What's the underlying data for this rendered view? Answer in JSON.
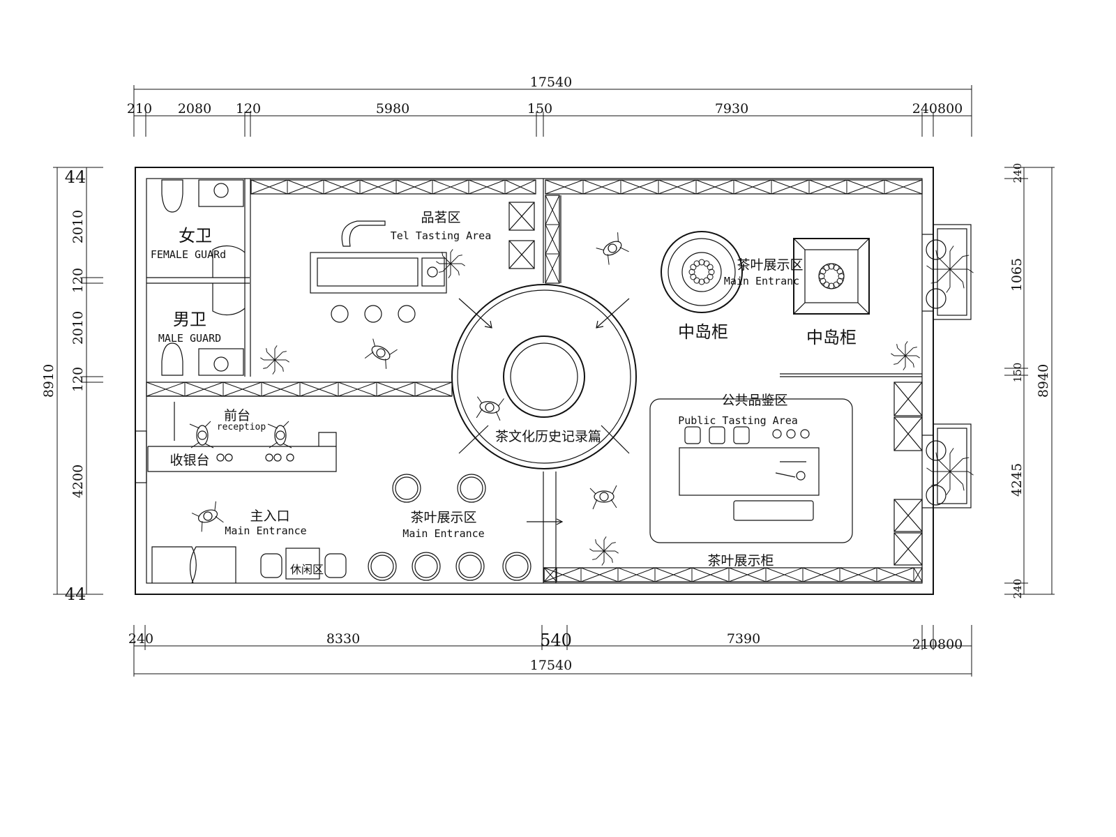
{
  "dimensions": {
    "top_overall": "17540",
    "top_segments": [
      "210",
      "2080",
      "120",
      "5980",
      "150",
      "7930",
      "240800"
    ],
    "bottom_segments": [
      "240",
      "8330",
      "540",
      "7390",
      "210800"
    ],
    "bottom_overall": "17540",
    "left_overall": "8910",
    "left_segments": [
      "2010",
      "120",
      "2010",
      "120",
      "4200"
    ],
    "left_marks": [
      "44",
      "44"
    ],
    "right_overall": "8940",
    "right_segments": [
      "240",
      "1065",
      "150",
      "4245",
      "240"
    ]
  },
  "rooms": {
    "female_restroom": {
      "zh": "女卫",
      "en": "FEMALE GUARd"
    },
    "male_restroom": {
      "zh": "男卫",
      "en": "MALE GUARD"
    },
    "tea_tasting": {
      "zh": "品茗区",
      "en": "Tel Tasting Area"
    },
    "reception": {
      "zh": "前台",
      "en": "receptiop"
    },
    "cashier": {
      "zh": "收银台"
    },
    "main_entrance": {
      "zh": "主入口",
      "en": "Main Entrance"
    },
    "tea_display_left": {
      "zh": "茶叶展示区",
      "en": "Main Entrance"
    },
    "lounge": {
      "zh": "休闲区"
    },
    "tea_culture": {
      "zh": "茶文化历史记录篇"
    },
    "tea_display_right": {
      "zh": "茶叶展示区",
      "en": "Main Entranc"
    },
    "island_cabinet_round": {
      "zh": "中岛柜"
    },
    "island_cabinet_square": {
      "zh": "中岛柜"
    },
    "public_tasting": {
      "zh": "公共品鉴区",
      "en": "Public Tasting Area"
    },
    "tea_display_cabinet": {
      "zh": "茶叶展示柜"
    }
  }
}
